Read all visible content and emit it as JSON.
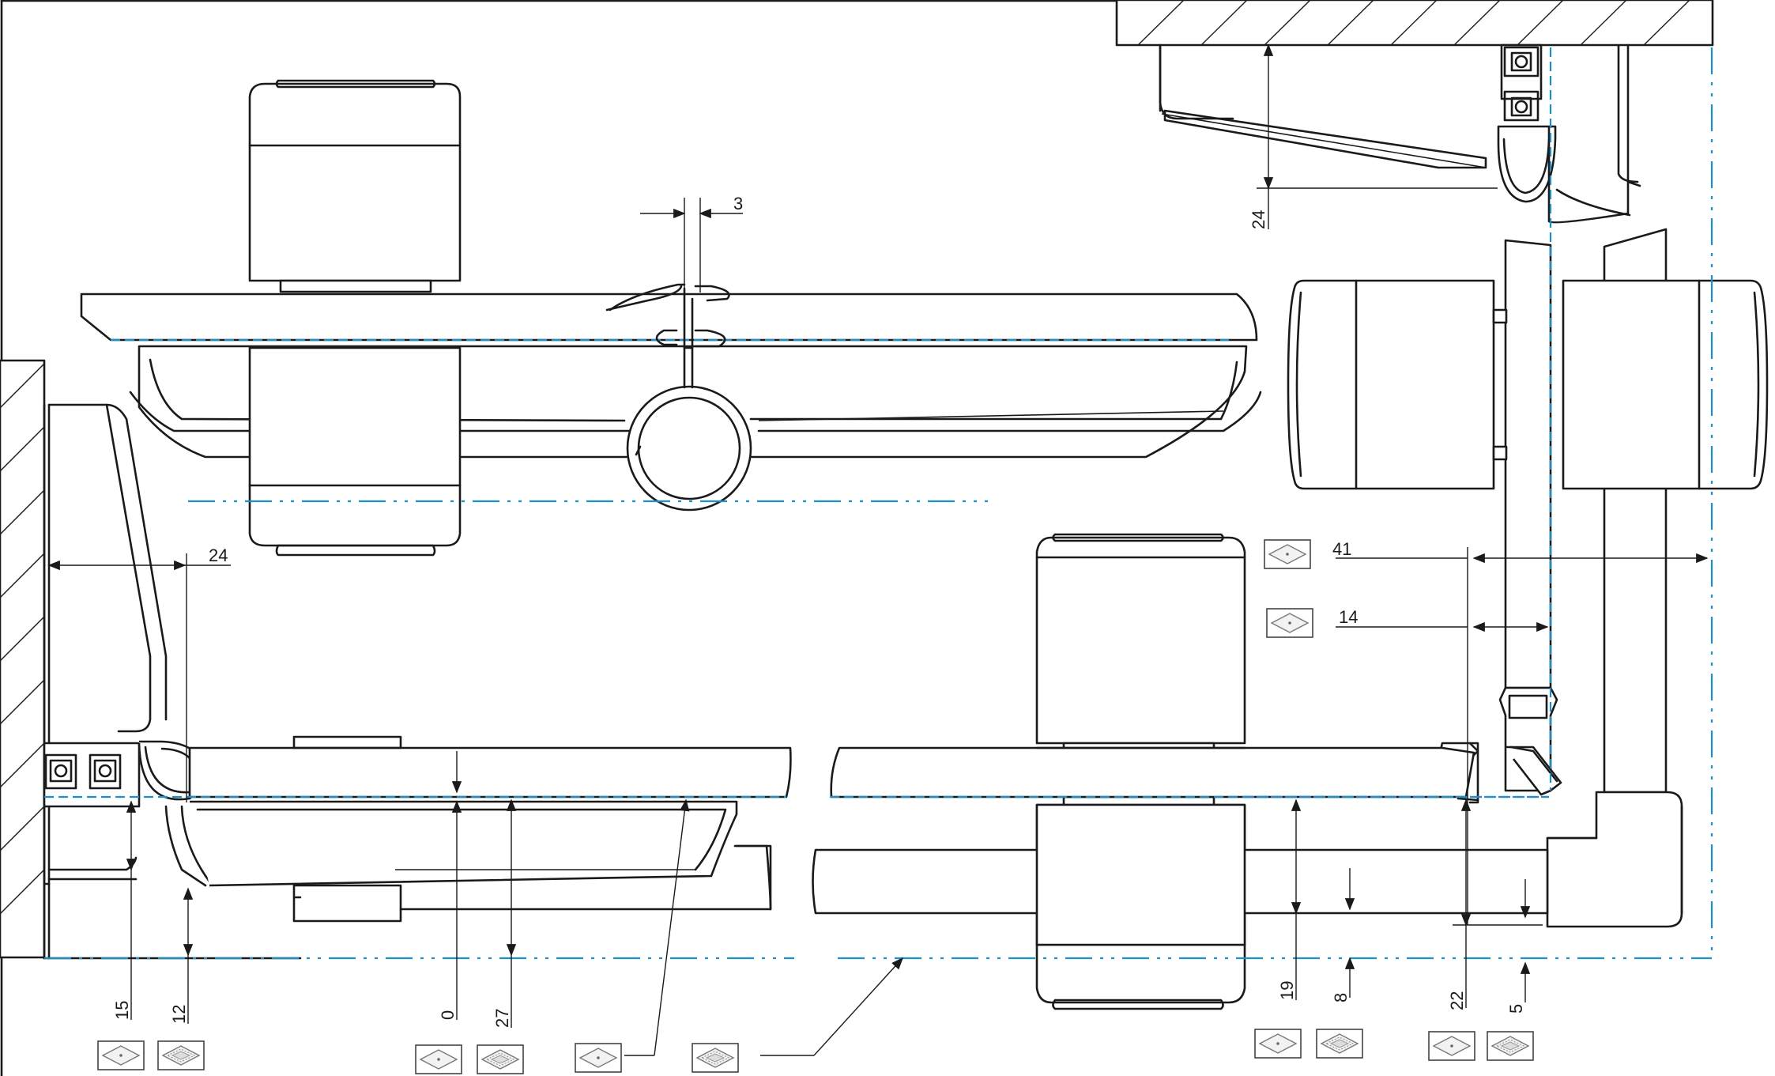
{
  "drawing": {
    "colors": {
      "line": "#1a1a1a",
      "axis": "#1d8fc9",
      "background": "#ffffff"
    },
    "dimensions": {
      "gap_top": "3",
      "top_right_height": "24",
      "left_width": "24",
      "right_41": "41",
      "right_14": "14",
      "bottom_15": "15",
      "bottom_12": "12",
      "bottom_0": "0",
      "bottom_27": "27",
      "bottom_19": "19",
      "bottom_8": "8",
      "bottom_22": "22",
      "bottom_5": "5"
    },
    "icons": [
      {
        "name": "glass-panel-icon",
        "variant": "plain"
      },
      {
        "name": "tile-panel-icon",
        "variant": "framed"
      }
    ]
  }
}
